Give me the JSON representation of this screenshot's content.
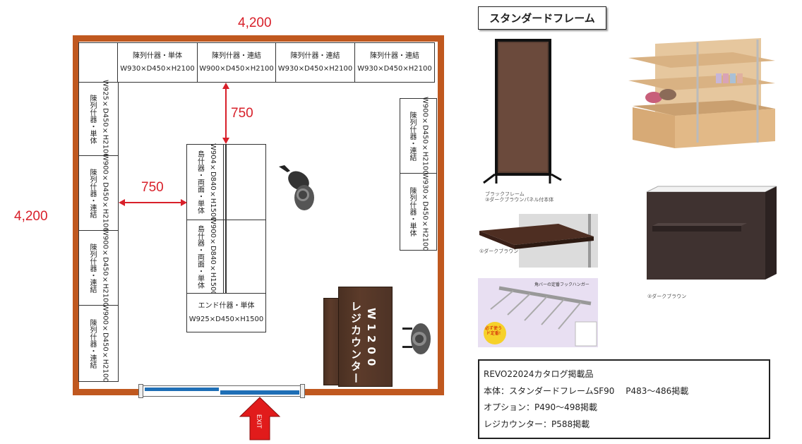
{
  "colors": {
    "wall": "#c0581f",
    "dimension": "#d8202a",
    "counter": "#4a3022",
    "exit": "#e11b1b"
  },
  "room": {
    "width_label": "4,200",
    "depth_label": "4,200"
  },
  "dims": {
    "top_gap": "750",
    "left_gap": "750"
  },
  "fixtures": {
    "top": [
      {
        "name": "陳列什器・単体",
        "size": "W930×D450×H2100"
      },
      {
        "name": "陳列什器・連結",
        "size": "W900×D450×H2100"
      },
      {
        "name": "陳列什器・連結",
        "size": "W930×D450×H2100"
      },
      {
        "name": "陳列什器・連結",
        "size": "W930×D450×H2100"
      }
    ],
    "left": [
      {
        "name": "陳列什器・単体",
        "size": "W925×D450×H2100"
      },
      {
        "name": "陳列什器・連結",
        "size": "W900×D450×H2100"
      },
      {
        "name": "陳列什器・連結",
        "size": "W900×D450×H2100"
      },
      {
        "name": "陳列什器・連結",
        "size": "W900×D450×H2100"
      }
    ],
    "right": [
      {
        "name": "陳列什器・連結",
        "size": "W900×D450×H2100"
      },
      {
        "name": "陳列什器・単体",
        "size": "W930×D450×H2100"
      }
    ],
    "island": [
      {
        "name": "島什器・両面・単体",
        "size": "W904×D840×H1500"
      },
      {
        "name": "島什器・両面・単体",
        "size": "W900×D840×H1500"
      }
    ],
    "end": {
      "name": "エンド什器・単体",
      "size": "W925×D450×H1500"
    }
  },
  "counter": {
    "label": "レジカウンター",
    "width": "W1200"
  },
  "exit_label": "EXIT",
  "panel": {
    "title": "スタンダードフレーム",
    "caption_frame": "ブラックフレーム\n③ダークブラウンパネル付本体",
    "caption_shelf": "①ダークブラウン",
    "caption_counter": "②ダークブラウン",
    "hanger_title": "角バーの定番フックハンガー",
    "hanger_badge": "必ず使うド定番!"
  },
  "info": {
    "line1": "REVO22024カタログ掲載品",
    "line2": "本体：スタンダードフレームSF90　 P483～486掲載",
    "line3": "オプション：P490～498掲載",
    "line4": "レジカウンター：P588掲載"
  }
}
